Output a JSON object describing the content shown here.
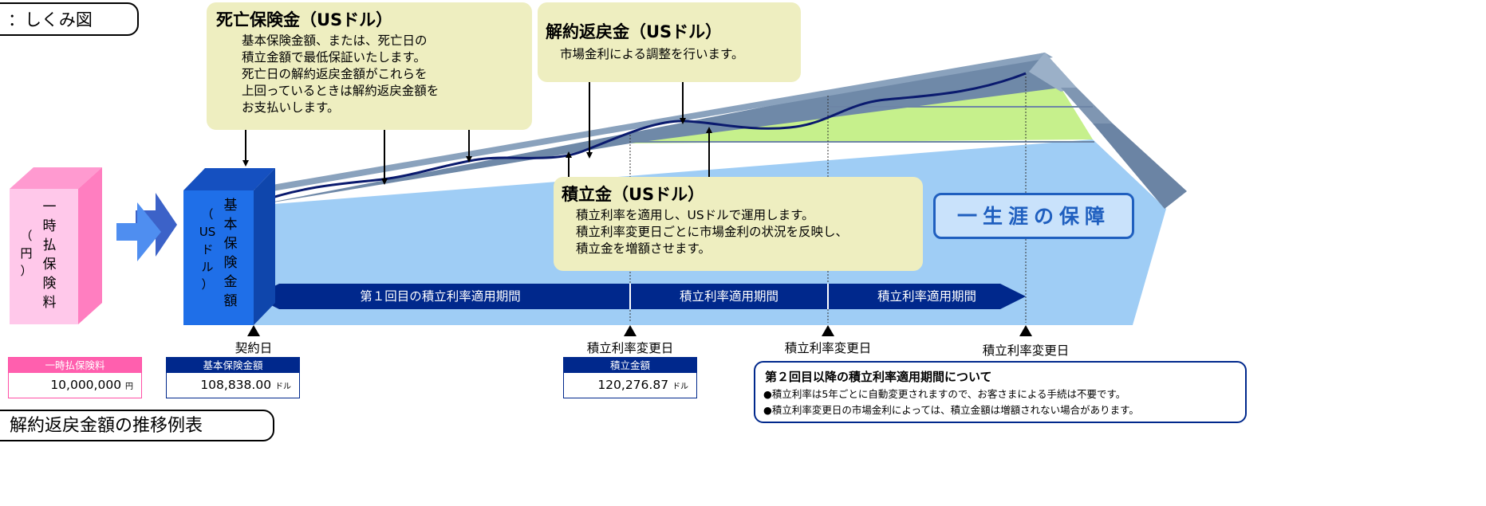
{
  "header": {
    "title": "：しくみ図"
  },
  "footer_title": "解約返戻金額の推移例表",
  "premium_box": {
    "chars": [
      "一",
      "時",
      "払",
      "（",
      "円",
      "）",
      "保",
      "険",
      "料"
    ]
  },
  "basic_box": {
    "chars": [
      "基",
      "本",
      "保",
      "険",
      "金",
      "額"
    ],
    "sub": [
      "（",
      "US",
      "ド",
      "ル",
      "）"
    ]
  },
  "notes": {
    "death": {
      "title": "死亡保険金（USドル）",
      "lines": [
        "基本保険金額、または、死亡日の",
        "積立金額で最低保証いたします。",
        "死亡日の解約返戻金額がこれらを",
        "上回っているときは解約返戻金額を",
        "お支払いします。"
      ]
    },
    "surrender": {
      "title": "解約返戻金（USドル）",
      "lines": [
        "市場金利による調整を行います。"
      ]
    },
    "reserve": {
      "title": "積立金（USドル）",
      "lines": [
        "積立利率を適用し、USドルで運用します。",
        "積立利率変更日ごとに市場金利の状況を反映し、",
        "積立金を増額させます。"
      ]
    }
  },
  "lifetime": "一生涯の保障",
  "periods": [
    "第１回目の積立利率適用期間",
    "積立利率適用期間",
    "積立利率適用期間"
  ],
  "dates": {
    "contract": "契約日",
    "change1": "積立利率変更日",
    "change2": "積立利率変更日",
    "change3": "積立利率変更日"
  },
  "labels": {
    "premium": {
      "head": "一時払保険料",
      "value": "10,000,000",
      "unit": "円"
    },
    "basic": {
      "head": "基本保険金額",
      "value": "108,838.00",
      "unit": "ドル"
    },
    "reserve": {
      "head": "積立金額",
      "value": "120,276.87",
      "unit": "ドル"
    }
  },
  "info": {
    "title": "第２回目以降の積立利率適用期間について",
    "lines": [
      "●積立利率は5年ごとに自動変更されますので、お客さまによる手続は不要です。",
      "●積立利率変更日の市場金利によっては、積立金額は増額されない場合があります。"
    ]
  },
  "colors": {
    "navy": "#00288c",
    "pink": "#ff80c0",
    "blue": "#1f6fe8",
    "light_blue": "#9fcdf5",
    "green": "#c6f08c",
    "note": "#eeeec0"
  }
}
